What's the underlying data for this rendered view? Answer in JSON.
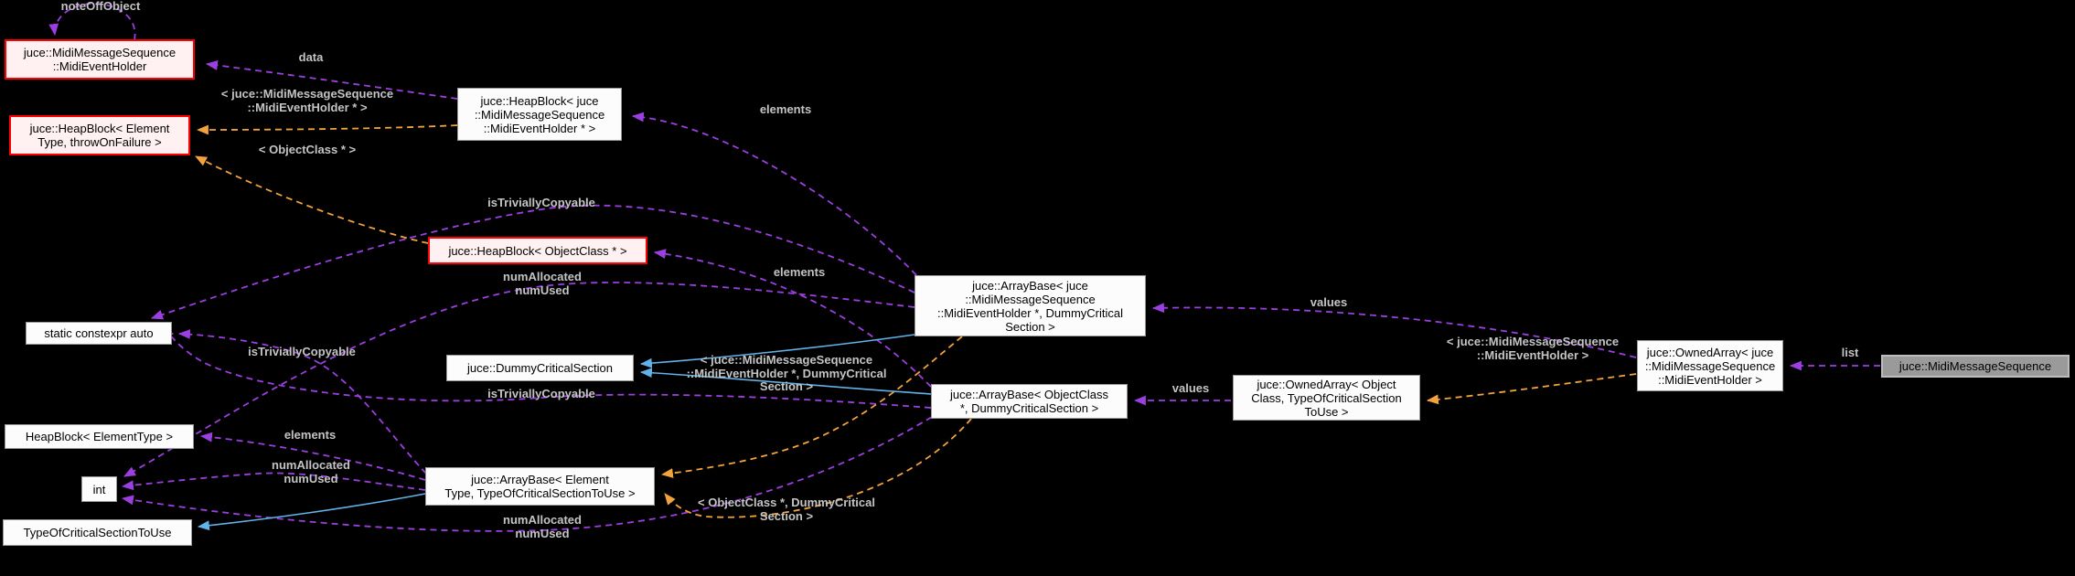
{
  "diagram": {
    "type": "doxygen-collaboration-graph",
    "background": "#000000",
    "colors": {
      "usage_edge": "#9B3FE0",
      "template_instance_edge": "#F2A33C",
      "inheritance_edge": "#61B2E8",
      "edge_label_text": "#C4C4C4",
      "node_fill": "#FCFCFC",
      "node_border": "#999999",
      "red_node_fill": "#FFF1F1",
      "red_node_border": "#FF0000",
      "current_node_fill": "#9A9A9A",
      "node_text": "#000000"
    },
    "nodes": [
      {
        "id": "midi-event-holder",
        "variant": "red",
        "label": "juce::MidiMessageSequence\n::MidiEventHolder"
      },
      {
        "id": "heapblock-elementtype-throwonfailure",
        "variant": "red",
        "label": "juce::HeapBlock< Element\nType, throwOnFailure >"
      },
      {
        "id": "heapblock-midieventholder-ptr",
        "variant": "normal",
        "label": "juce::HeapBlock< juce\n::MidiMessageSequence\n::MidiEventHolder * >"
      },
      {
        "id": "heapblock-objectclass-ptr",
        "variant": "red",
        "label": "juce::HeapBlock< ObjectClass * >"
      },
      {
        "id": "static-constexpr-auto",
        "variant": "normal",
        "label": "static constexpr auto"
      },
      {
        "id": "dummy-critical-section",
        "variant": "normal",
        "label": "juce::DummyCriticalSection"
      },
      {
        "id": "heapblock-elementtype",
        "variant": "normal",
        "label": "HeapBlock< ElementType >"
      },
      {
        "id": "int",
        "variant": "normal",
        "label": "int"
      },
      {
        "id": "arraybase-elementtype",
        "variant": "normal",
        "label": "juce::ArrayBase< Element\nType, TypeOfCriticalSectionToUse >"
      },
      {
        "id": "typeofcriticalsectiontouse",
        "variant": "normal",
        "label": "TypeOfCriticalSectionToUse"
      },
      {
        "id": "arraybase-midieventholder",
        "variant": "normal",
        "label": "juce::ArrayBase< juce\n::MidiMessageSequence\n::MidiEventHolder *, DummyCritical\nSection >"
      },
      {
        "id": "arraybase-objectclass",
        "variant": "normal",
        "label": "juce::ArrayBase< ObjectClass\n*, DummyCriticalSection >"
      },
      {
        "id": "ownedarray-objectclass",
        "variant": "normal",
        "label": "juce::OwnedArray< Object\nClass, TypeOfCriticalSection\nToUse >"
      },
      {
        "id": "ownedarray-midieventholder",
        "variant": "normal",
        "label": "juce::OwnedArray< juce\n::MidiMessageSequence\n::MidiEventHolder >"
      },
      {
        "id": "midi-message-sequence",
        "variant": "current",
        "label": "juce::MidiMessageSequence"
      }
    ],
    "edge_labels": [
      {
        "text": "noteOffObject"
      },
      {
        "text": "data"
      },
      {
        "text": "< juce::MidiMessageSequence\n::MidiEventHolder * >"
      },
      {
        "text": "< ObjectClass * >"
      },
      {
        "text": "isTriviallyCopyable"
      },
      {
        "text": "elements"
      },
      {
        "text": "numAllocated\nnumUsed"
      },
      {
        "text": "elements"
      },
      {
        "text": "isTriviallyCopyable"
      },
      {
        "text": "isTriviallyCopyable"
      },
      {
        "text": "< juce::MidiMessageSequence\n::MidiEventHolder *, DummyCritical\nSection >"
      },
      {
        "text": "elements"
      },
      {
        "text": "numAllocated\nnumUsed"
      },
      {
        "text": "numAllocated\nnumUsed"
      },
      {
        "text": "< ObjectClass *, DummyCritical\nSection >"
      },
      {
        "text": "values"
      },
      {
        "text": "values"
      },
      {
        "text": "< juce::MidiMessageSequence\n::MidiEventHolder >"
      },
      {
        "text": "list"
      }
    ]
  }
}
